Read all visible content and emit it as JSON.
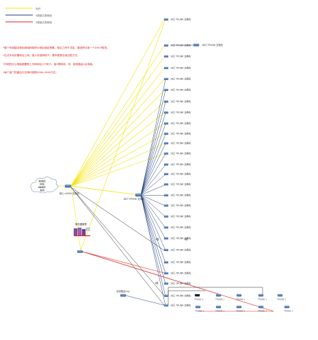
{
  "legend": {
    "items": [
      {
        "label": "光纤",
        "color": "#f5e400"
      },
      {
        "label": "5类超五类网线",
        "color": "#1c3a78"
      },
      {
        "label": "5类超五类网线",
        "color": "#d92020"
      }
    ]
  },
  "notes": [
    "•整个布局建议使用城域网络的ip地址固定策略，相互之间不冲突，请选择共用一个DHCP服务。",
    "•应法手动设置地址上网，接入标准网络卡，基本都是自适应能方式。",
    "•内网的办公电脑都要配上外网地址2个网卡，接2根网线，或　使用路由2台电脑。",
    "•每个部门的路由与交换均按照400K-500K左右。"
  ],
  "colors": {
    "fiber": "#f5e400",
    "lan_blue": "#1c3a78",
    "lan_red": "#d92020",
    "lan_black": "#222222",
    "note_text": "#e0201e",
    "device_blue": "#4a7fc0"
  },
  "cloud": {
    "label": "城域网 网络 DHCP 服务器"
  },
  "core": {
    "label": "核心 s3050 交换机"
  },
  "dist": {
    "label": "16口 TPLINK 交换机"
  },
  "server": {
    "label": "服务器集群"
  },
  "access_switch_label": "16口 TPLINK 交换机",
  "top_right_switch": {
    "label": "16口 TPLINK 交换机"
  },
  "bottom_router": {
    "label": "无线路由Gay"
  },
  "hub_labels": [
    "1楼",
    "1楼",
    "1楼"
  ],
  "bottom_row": {
    "top": [
      "TPLINK 1",
      "TPLINK 1",
      "TPLINK 1",
      "TPLINK 1",
      "TPLINK 1"
    ],
    "bottom": [
      "TPLINK 1",
      "TPLINK 1",
      "TPLINK 1",
      "TPLINK 1",
      "TPLINK 1"
    ]
  }
}
